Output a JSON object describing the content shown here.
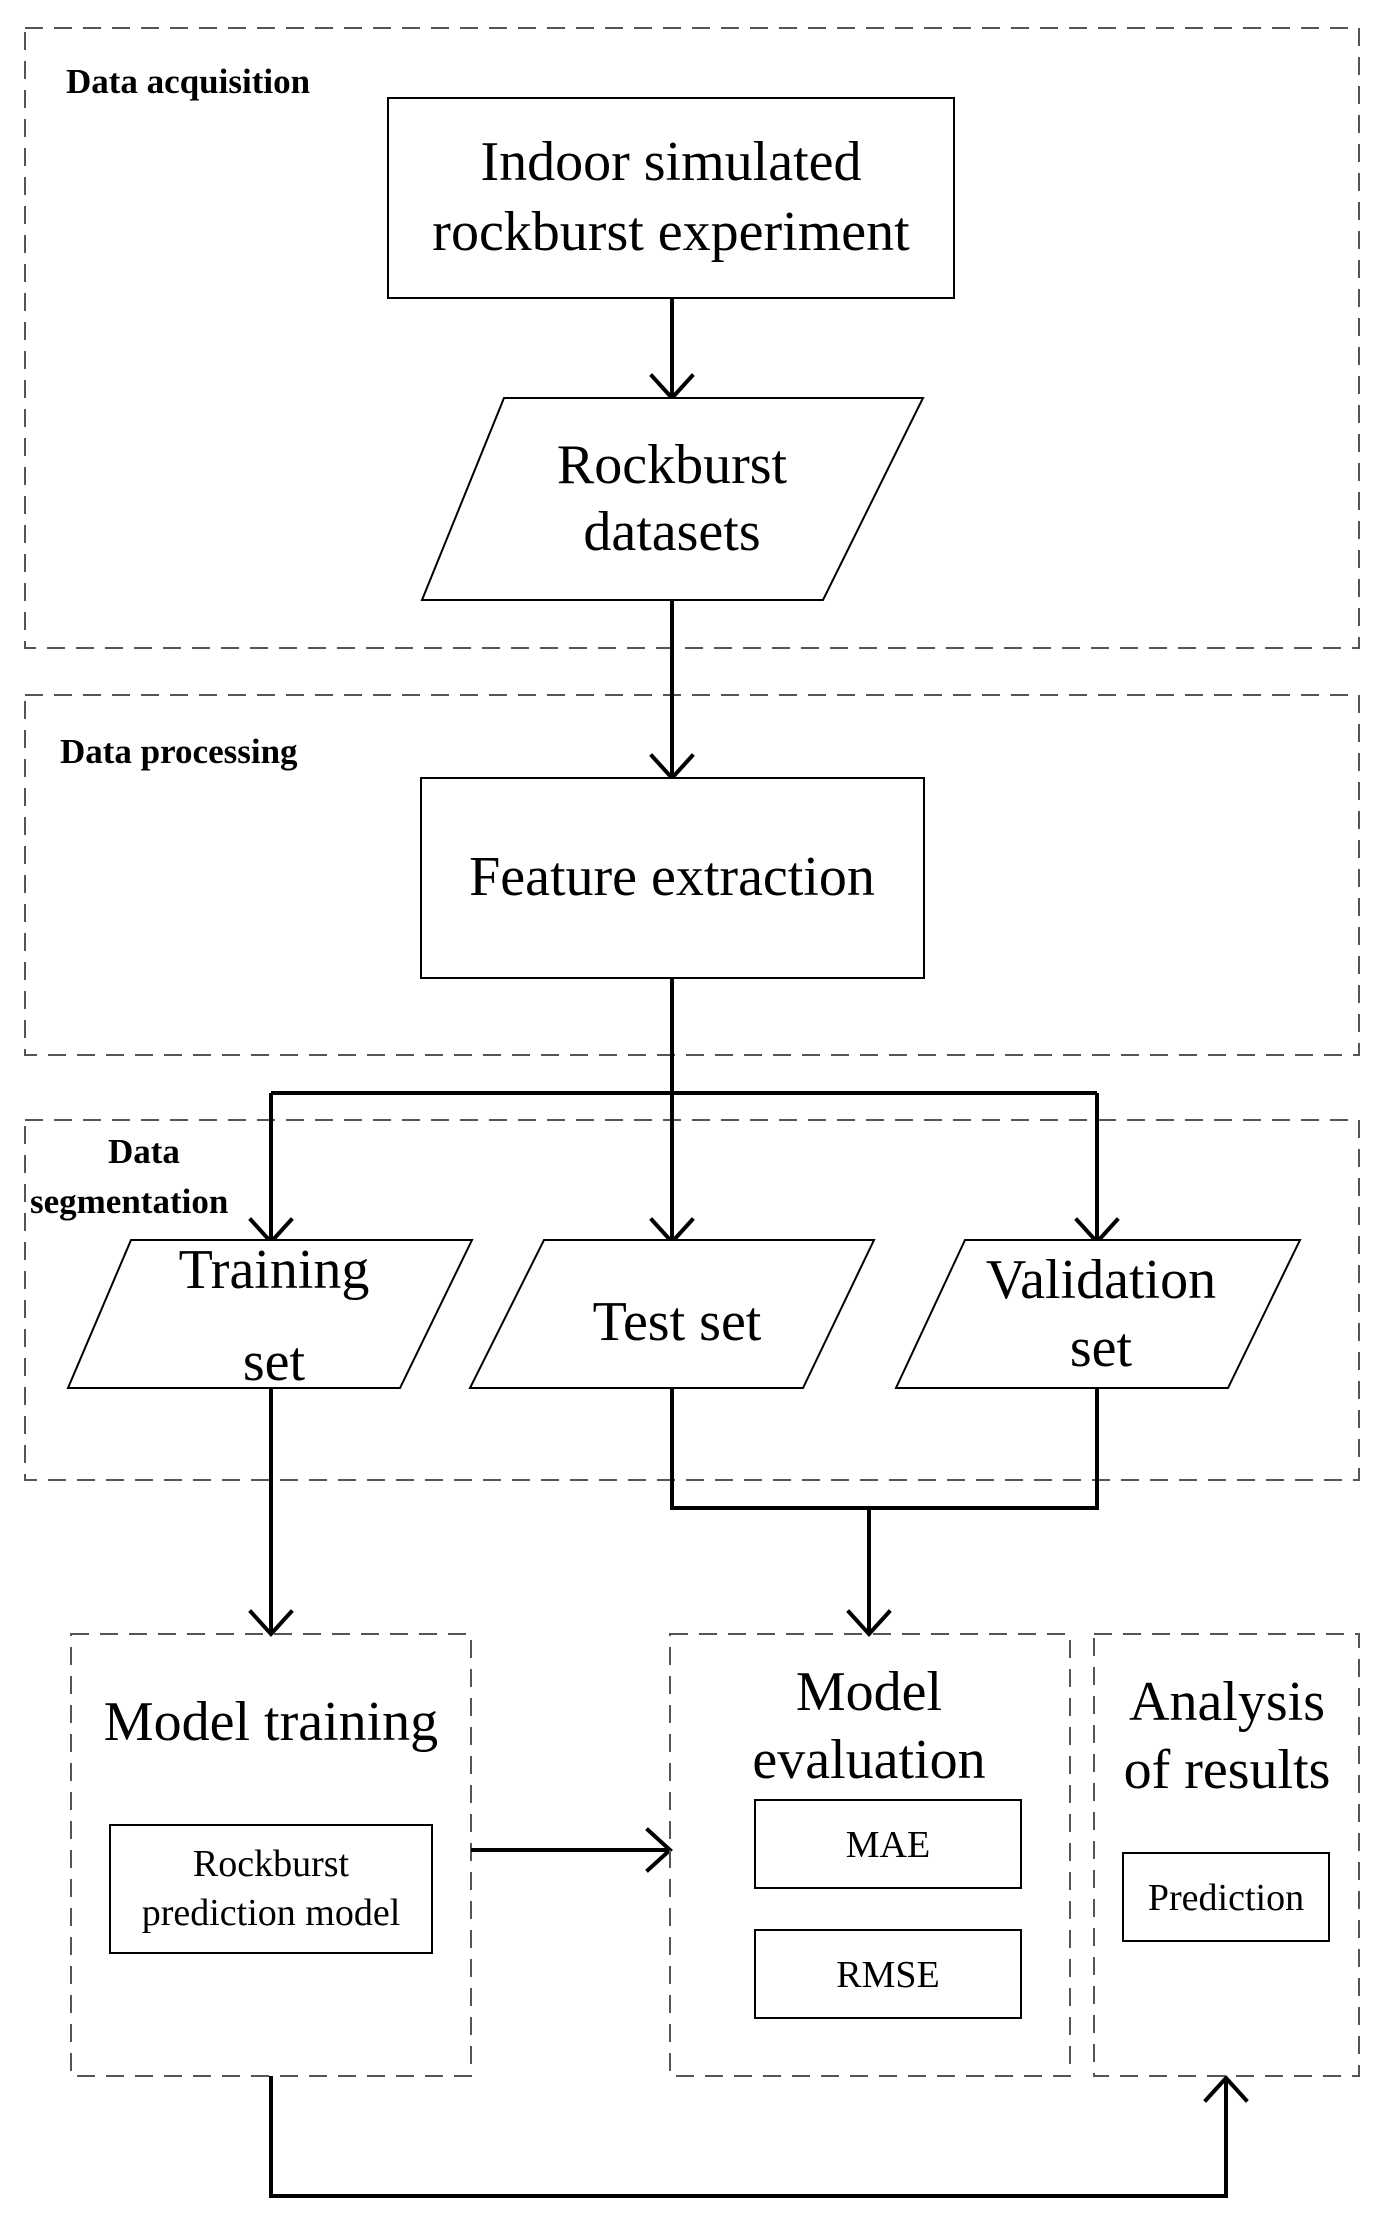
{
  "sections": {
    "acquisition": {
      "title": "Data acquisition"
    },
    "processing": {
      "title": "Data processing"
    },
    "segmentation": {
      "title_line1": "Data",
      "title_line2": "segmentation"
    }
  },
  "nodes": {
    "experiment": {
      "line1": "Indoor simulated",
      "line2": "rockburst experiment"
    },
    "datasets": {
      "line1": "Rockburst",
      "line2": "datasets"
    },
    "feature": {
      "label": "Feature extraction"
    },
    "training_set": {
      "line1": "Training",
      "line2": "set"
    },
    "test_set": {
      "label": "Test set"
    },
    "validation_set": {
      "line1": "Validation",
      "line2": "set"
    }
  },
  "modules": {
    "training": {
      "title": "Model training",
      "model_line1": "Rockburst",
      "model_line2": "prediction model"
    },
    "evaluation": {
      "title_line1": "Model",
      "title_line2": "evaluation",
      "metrics": [
        "MAE",
        "RMSE"
      ]
    },
    "analysis": {
      "title_line1": "Analysis",
      "title_line2": "of results",
      "item": "Prediction"
    }
  }
}
